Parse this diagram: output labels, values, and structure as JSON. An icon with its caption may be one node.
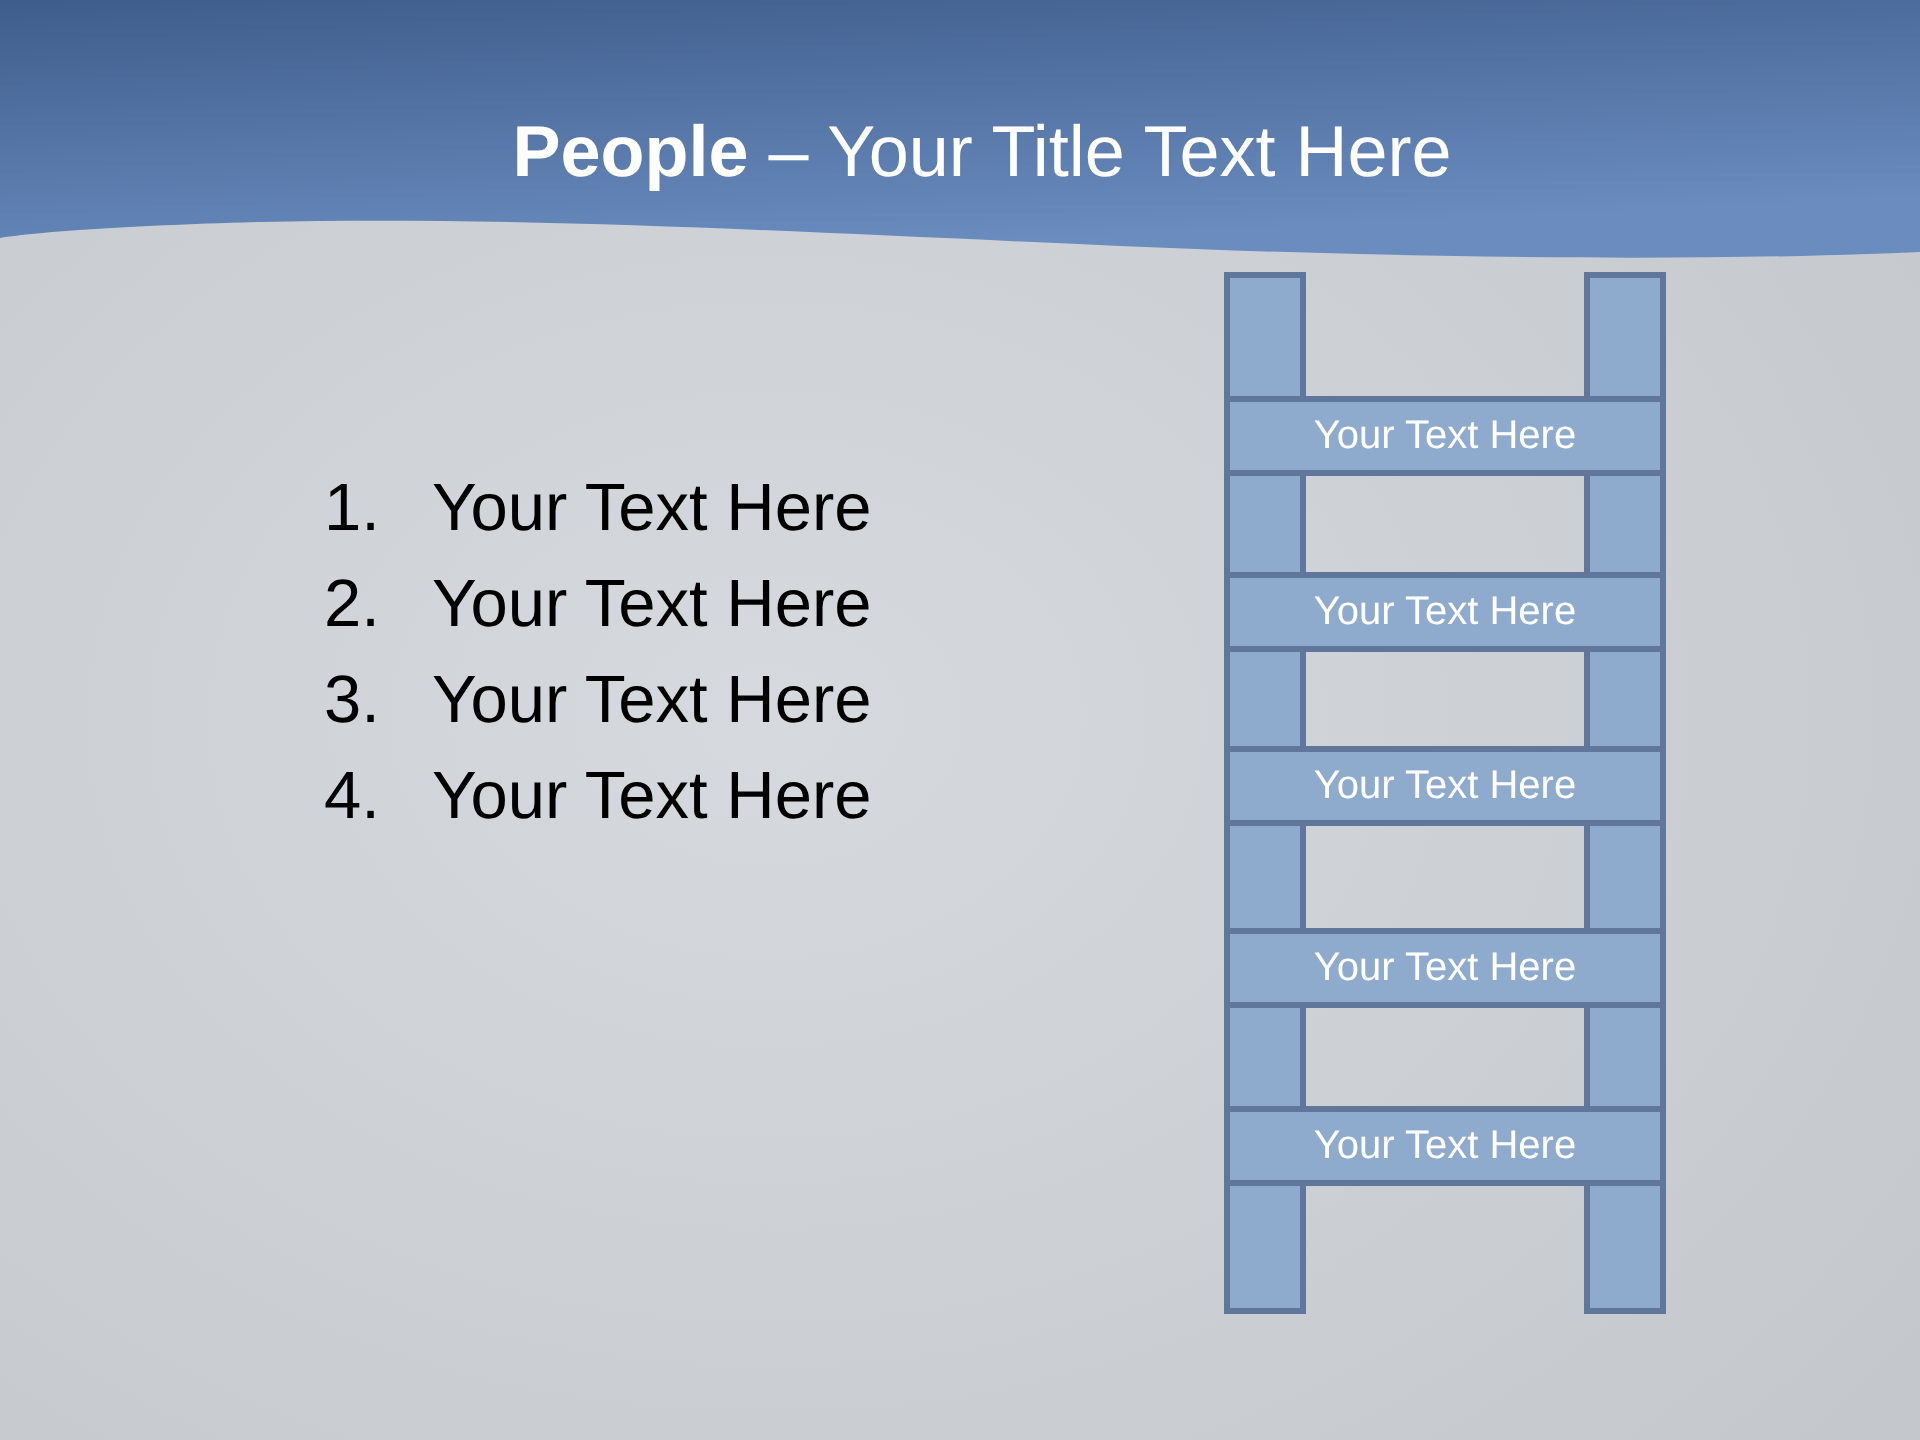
{
  "diagram": {
    "title": "**People** – Your Title Text Here",
    "nodes": [
      {
        "text": [],
        "shape": "bar"
      },
      {
        "text": [],
        "shape": "bar"
      },
      {
        "text": [
          "Your Text Here"
        ]
      },
      {
        "text": [
          "Your Text Here"
        ]
      },
      {
        "text": [
          "Your Text Here"
        ]
      },
      {
        "text": [
          "Your Text Here"
        ]
      },
      {
        "text": [
          "Your Text Here"
        ]
      }
    ],
    "labels": [
      "1.",
      "Your Text Here",
      "2.",
      "Your Text Here",
      "3.",
      "Your Text Here",
      "4.",
      "Your Text Here"
    ]
  }
}
